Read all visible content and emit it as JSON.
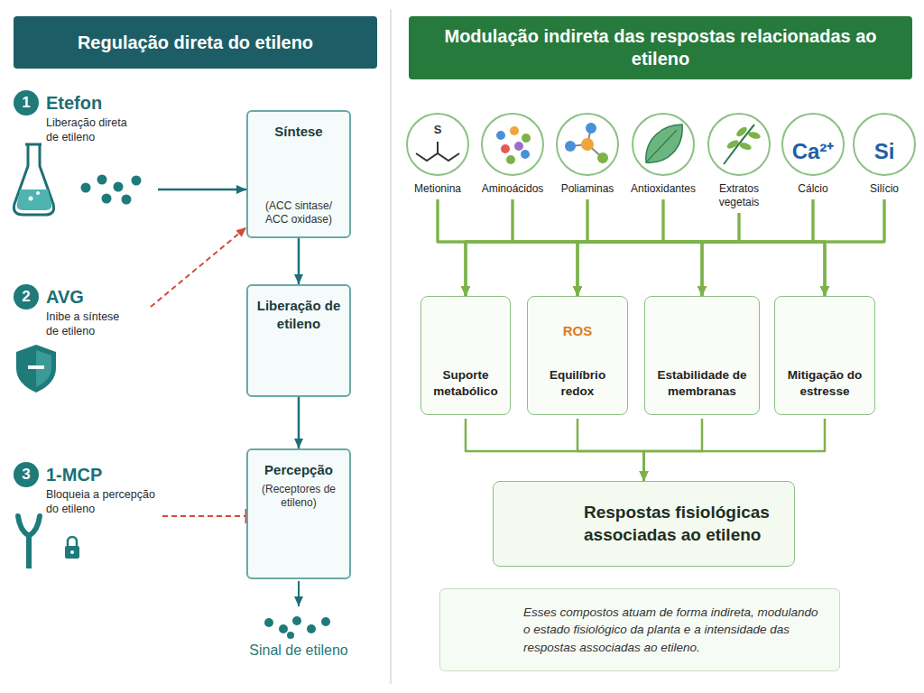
{
  "diagram": {
    "nodes": [
      {
        "text": [
          "Regulação direta do etileno"
        ]
      },
      {
        "text": [
          "1",
          "Etefon",
          "Liberação direta de etileno"
        ]
      },
      {
        "text": [
          "Síntese",
          "(ACC sintase/ ACC oxidase)"
        ]
      },
      {
        "text": [
          "2",
          "AVG",
          "Inibe a síntese de etileno"
        ]
      },
      {
        "text": [
          "Liberação de etileno"
        ]
      },
      {
        "text": [
          "3",
          "1-MCP",
          "Bloqueia a percepção do etileno"
        ]
      },
      {
        "text": [
          "Percepção",
          "(Receptores de etileno)"
        ]
      },
      {
        "text": [
          "Modulação indireta das respostas relacionadas ao etileno"
        ]
      },
      {
        "text": [
          "S",
          "Metionina"
        ]
      },
      {
        "text": [
          "Aminoácidos"
        ]
      },
      {
        "text": [
          "Poliaminas"
        ]
      },
      {
        "text": [
          "Antioxidantes"
        ]
      },
      {
        "text": [
          "Extratos vegetais"
        ]
      },
      {
        "text": [
          "Ca²⁺",
          "Cálcio"
        ]
      },
      {
        "text": [
          "Si",
          "Silício"
        ]
      },
      {
        "text": [
          "Suporte metabólico"
        ]
      },
      {
        "text": [
          "ROS",
          "Equilíbrio redox"
        ]
      },
      {
        "text": [
          "Estabilidade de membranas"
        ]
      },
      {
        "text": [
          "Mitigação do estresse"
        ]
      },
      {
        "text": [
          "Respostas fisiológicas associadas ao etileno"
        ]
      },
      {
        "text": [
          "Esses compostos atuam de forma indireta, modulando o estado fisiológico da planta e a intensidade das respostas associadas ao etileno."
        ]
      }
    ],
    "edges": [
      {
        "from": 1,
        "to": 2,
        "arrow": "to"
      },
      {
        "from": 3,
        "to": 2,
        "arrow": "to"
      },
      {
        "from": 2,
        "to": 4,
        "arrow": "to"
      },
      {
        "from": 4,
        "to": 6,
        "arrow": "to"
      },
      {
        "from": 5,
        "to": 6,
        "arrow": "to"
      },
      {
        "from": 8,
        "to": 15,
        "arrow": "to"
      },
      {
        "from": 8,
        "to": 16,
        "arrow": "to"
      },
      {
        "from": 8,
        "to": 17,
        "arrow": "to"
      },
      {
        "from": 8,
        "to": 18,
        "arrow": "to"
      },
      {
        "from": 9,
        "to": 15,
        "arrow": "to"
      },
      {
        "from": 9,
        "to": 16,
        "arrow": "to"
      },
      {
        "from": 9,
        "to": 17,
        "arrow": "to"
      },
      {
        "from": 9,
        "to": 18,
        "arrow": "to"
      },
      {
        "from": 10,
        "to": 15,
        "arrow": "to"
      },
      {
        "from": 10,
        "to": 16,
        "arrow": "to"
      },
      {
        "from": 10,
        "to": 17,
        "arrow": "to"
      },
      {
        "from": 10,
        "to": 18,
        "arrow": "to"
      },
      {
        "from": 11,
        "to": 15,
        "arrow": "to"
      },
      {
        "from": 11,
        "to": 16,
        "arrow": "to"
      },
      {
        "from": 11,
        "to": 17,
        "arrow": "to"
      },
      {
        "from": 11,
        "to": 18,
        "arrow": "to"
      },
      {
        "from": 12,
        "to": 15,
        "arrow": "to"
      },
      {
        "from": 12,
        "to": 16,
        "arrow": "to"
      },
      {
        "from": 12,
        "to": 17,
        "arrow": "to"
      },
      {
        "from": 12,
        "to": 18,
        "arrow": "to"
      },
      {
        "from": 13,
        "to": 15,
        "arrow": "to"
      },
      {
        "from": 13,
        "to": 16,
        "arrow": "to"
      },
      {
        "from": 13,
        "to": 17,
        "arrow": "to"
      },
      {
        "from": 13,
        "to": 18,
        "arrow": "to"
      },
      {
        "from": 14,
        "to": 15,
        "arrow": "to"
      },
      {
        "from": 14,
        "to": 16,
        "arrow": "to"
      },
      {
        "from": 14,
        "to": 17,
        "arrow": "to"
      },
      {
        "from": 14,
        "to": 18,
        "arrow": "to"
      },
      {
        "from": 15,
        "to": 19,
        "arrow": "to"
      },
      {
        "from": 16,
        "to": 19,
        "arrow": "to"
      },
      {
        "from": 17,
        "to": 19,
        "arrow": "to"
      },
      {
        "from": 18,
        "to": 19,
        "arrow": "to"
      }
    ],
    "labels": [
      "Sinal de etileno"
    ]
  }
}
